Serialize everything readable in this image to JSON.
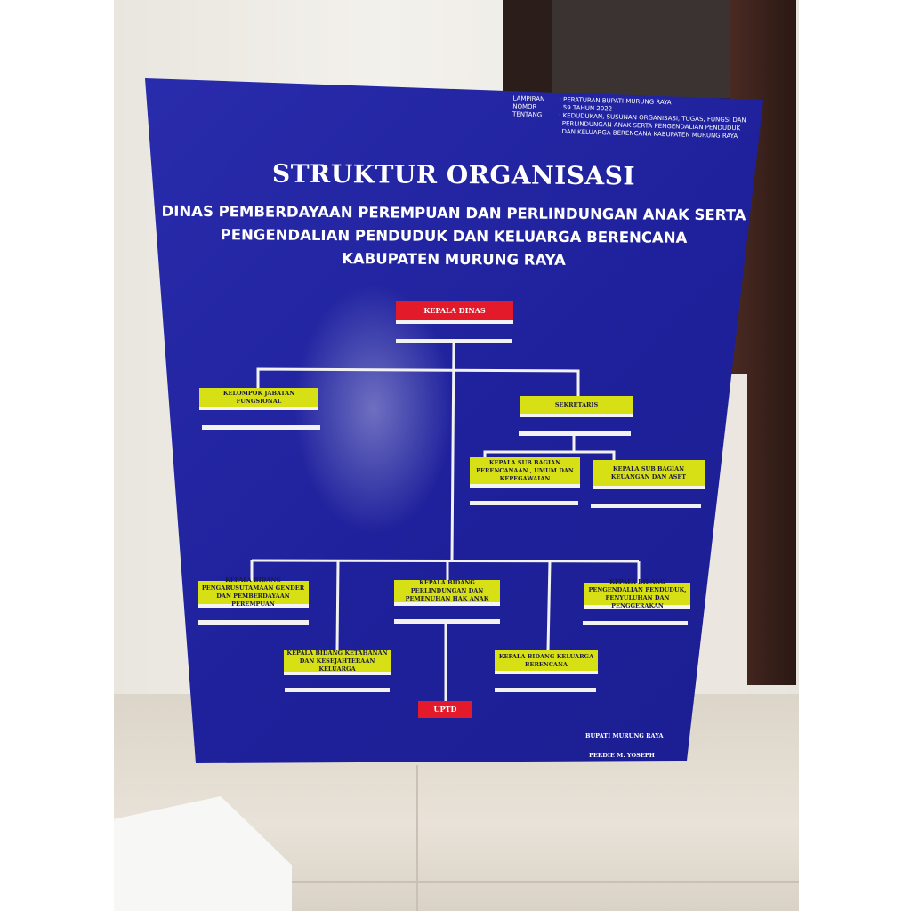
{
  "header": {
    "meta": [
      {
        "label": "LAMPIRAN",
        "value": ": PERATURAN BUPATI MURUNG RAYA"
      },
      {
        "label": "NOMOR",
        "value": ": 59 TAHUN 2022"
      },
      {
        "label": "TENTANG",
        "value": ": KEDUDUKAN, SUSUNAN ORGANISASI, TUGAS, FUNGSI DAN"
      }
    ],
    "meta_cont": [
      "PERLINDUNGAN ANAK SERTA PENGENDALIAN PENDUDUK",
      "DAN KELUARGA BERENCANA KABUPATEN MURUNG RAYA"
    ],
    "title": "STRUKTUR ORGANISASI",
    "subtitle": [
      "DINAS PEMBERDAYAAN PEREMPUAN DAN PERLINDUNGAN ANAK SERTA",
      "PENGENDALIAN PENDUDUK DAN KELUARGA BERENCANA",
      "KABUPATEN MURUNG RAYA"
    ]
  },
  "chart": {
    "kepala_dinas": "KEPALA DINAS",
    "jabatan_fungsional": "KELOMPOK JABATAN FUNGSIONAL",
    "sekretaris": "SEKRETARIS",
    "subbag_umum": "KEPALA SUB BAGIAN PERENCANAAN , UMUM DAN KEPEGAWAIAN",
    "subbag_keuangan": "KEPALA SUB BAGIAN KEUANGAN DAN ASET",
    "bidang_gender": "KEPALA BIDANG PENGARUSUTAMAAN GENDER DAN PEMBERDAYAAN PEREMPUAN",
    "bidang_ketahanan": "KEPALA BIDANG KETAHANAN DAN KESEJAHTERAAN KELUARGA",
    "bidang_perlindungan": "KEPALA BIDANG PERLINDUNGAN DAN PEMENUHAN HAK ANAK",
    "bidang_kb": "KEPALA BIDANG KELUARGA BERENCANA",
    "bidang_pengendalian": "KEPALA BIDANG PENGENDALIAN PENDUDUK, PENYULUHAN DAN PENGGERAKAN",
    "uptd": "UPTD"
  },
  "signature": {
    "title": "BUPATI MURUNG RAYA",
    "name": "PERDIE M. YOSEPH"
  },
  "colors": {
    "board": "#1f219c",
    "box": "#d6e014",
    "red_box": "#e21a2a"
  }
}
